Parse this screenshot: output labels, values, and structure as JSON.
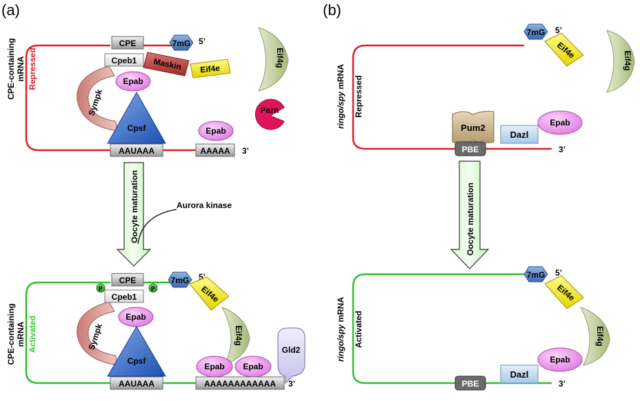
{
  "panels": {
    "a": "(a)",
    "b": "(b)"
  },
  "colors": {
    "repressed": "#e11e24",
    "activated": "#2fbf2f",
    "epab": "#e98ee9",
    "cpsf": "#2f60c8",
    "eif4e": "#f5e81c",
    "cap": "#4f7fbf",
    "maskin": "#c0504d",
    "parn": "#e0145a",
    "eif4g": "#c9d7a2"
  },
  "a_top": {
    "side_label_1": "CPE-containing",
    "side_label_2": "mRNA",
    "state": "Repressed",
    "cpe": "CPE",
    "cap": "7mG",
    "five_prime": "5’",
    "cpeb1": "Cpeb1",
    "maskin": "Maskin",
    "eif4e": "Eif4e",
    "eif4g": "Eif4g",
    "sympk": "Sympk",
    "epab_upper": "Epab",
    "cpsf": "Cpsf",
    "epab_tail": "Epab",
    "parn": "Parn",
    "aauaaa": "AAUAAA",
    "polya": "AAAAA",
    "three_prime": "3’"
  },
  "a_arrow": {
    "label": "Oocyte maturation",
    "kinase": "Aurora kinase"
  },
  "a_bottom": {
    "side_label_1": "CPE-containing",
    "side_label_2": "mRNA",
    "state": "Activated",
    "cpe": "CPE",
    "cap": "7mG",
    "five_prime": "5’",
    "cpeb1": "Cpeb1",
    "phospho": "P",
    "eif4e": "Eif4e",
    "eif4g": "Eif4g",
    "sympk": "Sympk",
    "epab_upper": "Epab",
    "cpsf": "Cpsf",
    "epab_1": "Epab",
    "epab_2": "Epab",
    "gld2": "Gld2",
    "aauaaa": "AAUAAA",
    "polya": "AAAAAAAAAAAA",
    "three_prime": "3’"
  },
  "b_top": {
    "side_label_gene": "ringo/spy",
    "side_label_mrna": " mRNA",
    "state": "Repressed",
    "cap": "7mG",
    "five_prime": "5’",
    "eif4e": "Eif4e",
    "eif4g": "Eif4g",
    "pum2": "Pum2",
    "dazl": "Dazl",
    "epab": "Epab",
    "pbe": "PBE",
    "three_prime": "3’"
  },
  "b_arrow": {
    "label": "Oocyte maturation"
  },
  "b_bottom": {
    "side_label_gene": "ringo/spy",
    "side_label_mrna": " mRNA",
    "state": "Activated",
    "cap": "7mG",
    "five_prime": "5’",
    "eif4e": "Eif4e",
    "eif4g": "Eif4g",
    "epab": "Epab",
    "dazl": "Dazl",
    "pbe": "PBE",
    "three_prime": "3’"
  }
}
